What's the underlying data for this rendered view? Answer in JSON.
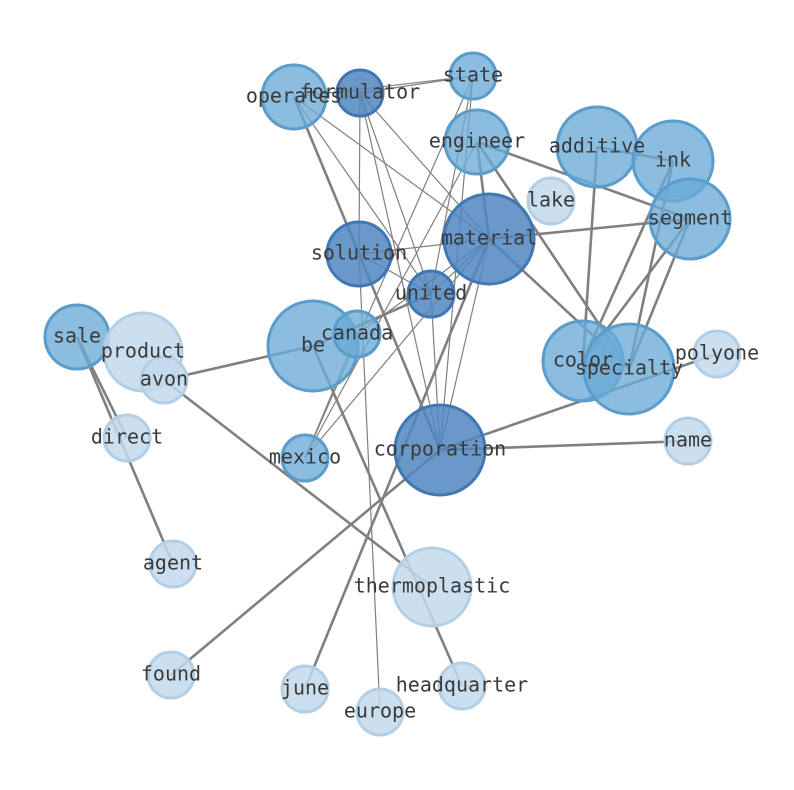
{
  "colors": {
    "background": "#ffffff",
    "edge": "#808080",
    "label": "#3a3a3a",
    "node_dark": "#4f86c0",
    "node_mid": "#6aaad7",
    "node_light": "#c3d9ec"
  },
  "nodes": [
    {
      "id": "state",
      "label": "state",
      "size": 2,
      "shade": "mid"
    },
    {
      "id": "formulator",
      "label": "formulator",
      "size": 2,
      "shade": "dark"
    },
    {
      "id": "operates",
      "label": "operates",
      "size": 3,
      "shade": "mid"
    },
    {
      "id": "engineer",
      "label": "engineer",
      "size": 3,
      "shade": "mid"
    },
    {
      "id": "additive",
      "label": "additive",
      "size": 4,
      "shade": "mid"
    },
    {
      "id": "ink",
      "label": "ink",
      "size": 4,
      "shade": "mid"
    },
    {
      "id": "lake",
      "label": "lake",
      "size": 2,
      "shade": "light"
    },
    {
      "id": "segment",
      "label": "segment",
      "size": 4,
      "shade": "mid"
    },
    {
      "id": "material",
      "label": "material",
      "size": 5,
      "shade": "dark"
    },
    {
      "id": "solution",
      "label": "solution",
      "size": 3,
      "shade": "dark"
    },
    {
      "id": "united",
      "label": "united",
      "size": 2,
      "shade": "dark"
    },
    {
      "id": "sale",
      "label": "sale",
      "size": 3,
      "shade": "mid"
    },
    {
      "id": "product",
      "label": "product",
      "size": 4,
      "shade": "light"
    },
    {
      "id": "be",
      "label": "be",
      "size": 5,
      "shade": "mid"
    },
    {
      "id": "canada",
      "label": "canada",
      "size": 2,
      "shade": "mid"
    },
    {
      "id": "avon",
      "label": "avon",
      "size": 2,
      "shade": "light"
    },
    {
      "id": "color",
      "label": "color",
      "size": 4,
      "shade": "mid"
    },
    {
      "id": "specialty",
      "label": "specialty",
      "size": 5,
      "shade": "mid"
    },
    {
      "id": "polyone",
      "label": "polyone",
      "size": 2,
      "shade": "light"
    },
    {
      "id": "direct",
      "label": "direct",
      "size": 2,
      "shade": "light"
    },
    {
      "id": "mexico",
      "label": "mexico",
      "size": 2,
      "shade": "mid"
    },
    {
      "id": "corporation",
      "label": "corporation",
      "size": 5,
      "shade": "dark"
    },
    {
      "id": "name",
      "label": "name",
      "size": 2,
      "shade": "light"
    },
    {
      "id": "agent",
      "label": "agent",
      "size": 2,
      "shade": "light"
    },
    {
      "id": "thermoplastic",
      "label": "thermoplastic",
      "size": 4,
      "shade": "light"
    },
    {
      "id": "found",
      "label": "found",
      "size": 2,
      "shade": "light"
    },
    {
      "id": "june",
      "label": "june",
      "size": 2,
      "shade": "light"
    },
    {
      "id": "headquarter",
      "label": "headquarter",
      "size": 2,
      "shade": "light"
    },
    {
      "id": "europe",
      "label": "europe",
      "size": 2,
      "shade": "light"
    }
  ],
  "edges": [
    {
      "source": "formulator",
      "target": "state",
      "weight": 1
    },
    {
      "source": "operates",
      "target": "state",
      "weight": 1
    },
    {
      "source": "state",
      "target": "united",
      "weight": 1
    },
    {
      "source": "state",
      "target": "corporation",
      "weight": 1
    },
    {
      "source": "state",
      "target": "mexico",
      "weight": 1
    },
    {
      "source": "formulator",
      "target": "solution",
      "weight": 1
    },
    {
      "source": "formulator",
      "target": "material",
      "weight": 1
    },
    {
      "source": "formulator",
      "target": "united",
      "weight": 1
    },
    {
      "source": "formulator",
      "target": "corporation",
      "weight": 1
    },
    {
      "source": "operates",
      "target": "solution",
      "weight": 2
    },
    {
      "source": "operates",
      "target": "material",
      "weight": 1
    },
    {
      "source": "operates",
      "target": "united",
      "weight": 1
    },
    {
      "source": "engineer",
      "target": "material",
      "weight": 2
    },
    {
      "source": "engineer",
      "target": "segment",
      "weight": 2
    },
    {
      "source": "engineer",
      "target": "specialty",
      "weight": 2
    },
    {
      "source": "engineer",
      "target": "mexico",
      "weight": 1
    },
    {
      "source": "additive",
      "target": "ink",
      "weight": 2
    },
    {
      "source": "additive",
      "target": "color",
      "weight": 2
    },
    {
      "source": "ink",
      "target": "specialty",
      "weight": 2
    },
    {
      "source": "ink",
      "target": "color",
      "weight": 2
    },
    {
      "source": "segment",
      "target": "material",
      "weight": 2
    },
    {
      "source": "segment",
      "target": "specialty",
      "weight": 2
    },
    {
      "source": "segment",
      "target": "color",
      "weight": 2
    },
    {
      "source": "material",
      "target": "solution",
      "weight": 1
    },
    {
      "source": "material",
      "target": "united",
      "weight": 1
    },
    {
      "source": "material",
      "target": "canada",
      "weight": 1
    },
    {
      "source": "material",
      "target": "mexico",
      "weight": 1
    },
    {
      "source": "material",
      "target": "corporation",
      "weight": 1
    },
    {
      "source": "material",
      "target": "specialty",
      "weight": 2
    },
    {
      "source": "material",
      "target": "june",
      "weight": 2
    },
    {
      "source": "solution",
      "target": "united",
      "weight": 1
    },
    {
      "source": "solution",
      "target": "corporation",
      "weight": 2
    },
    {
      "source": "solution",
      "target": "europe",
      "weight": 1
    },
    {
      "source": "united",
      "target": "corporation",
      "weight": 1
    },
    {
      "source": "canada",
      "target": "mexico",
      "weight": 1
    },
    {
      "source": "be",
      "target": "united",
      "weight": 2
    },
    {
      "source": "be",
      "target": "avon",
      "weight": 2
    },
    {
      "source": "be",
      "target": "headquarter",
      "weight": 2
    },
    {
      "source": "avon",
      "target": "thermoplastic",
      "weight": 2
    },
    {
      "source": "sale",
      "target": "direct",
      "weight": 2
    },
    {
      "source": "sale",
      "target": "agent",
      "weight": 2
    },
    {
      "source": "corporation",
      "target": "name",
      "weight": 2
    },
    {
      "source": "corporation",
      "target": "found",
      "weight": 2
    },
    {
      "source": "corporation",
      "target": "polyone",
      "weight": 2
    }
  ]
}
